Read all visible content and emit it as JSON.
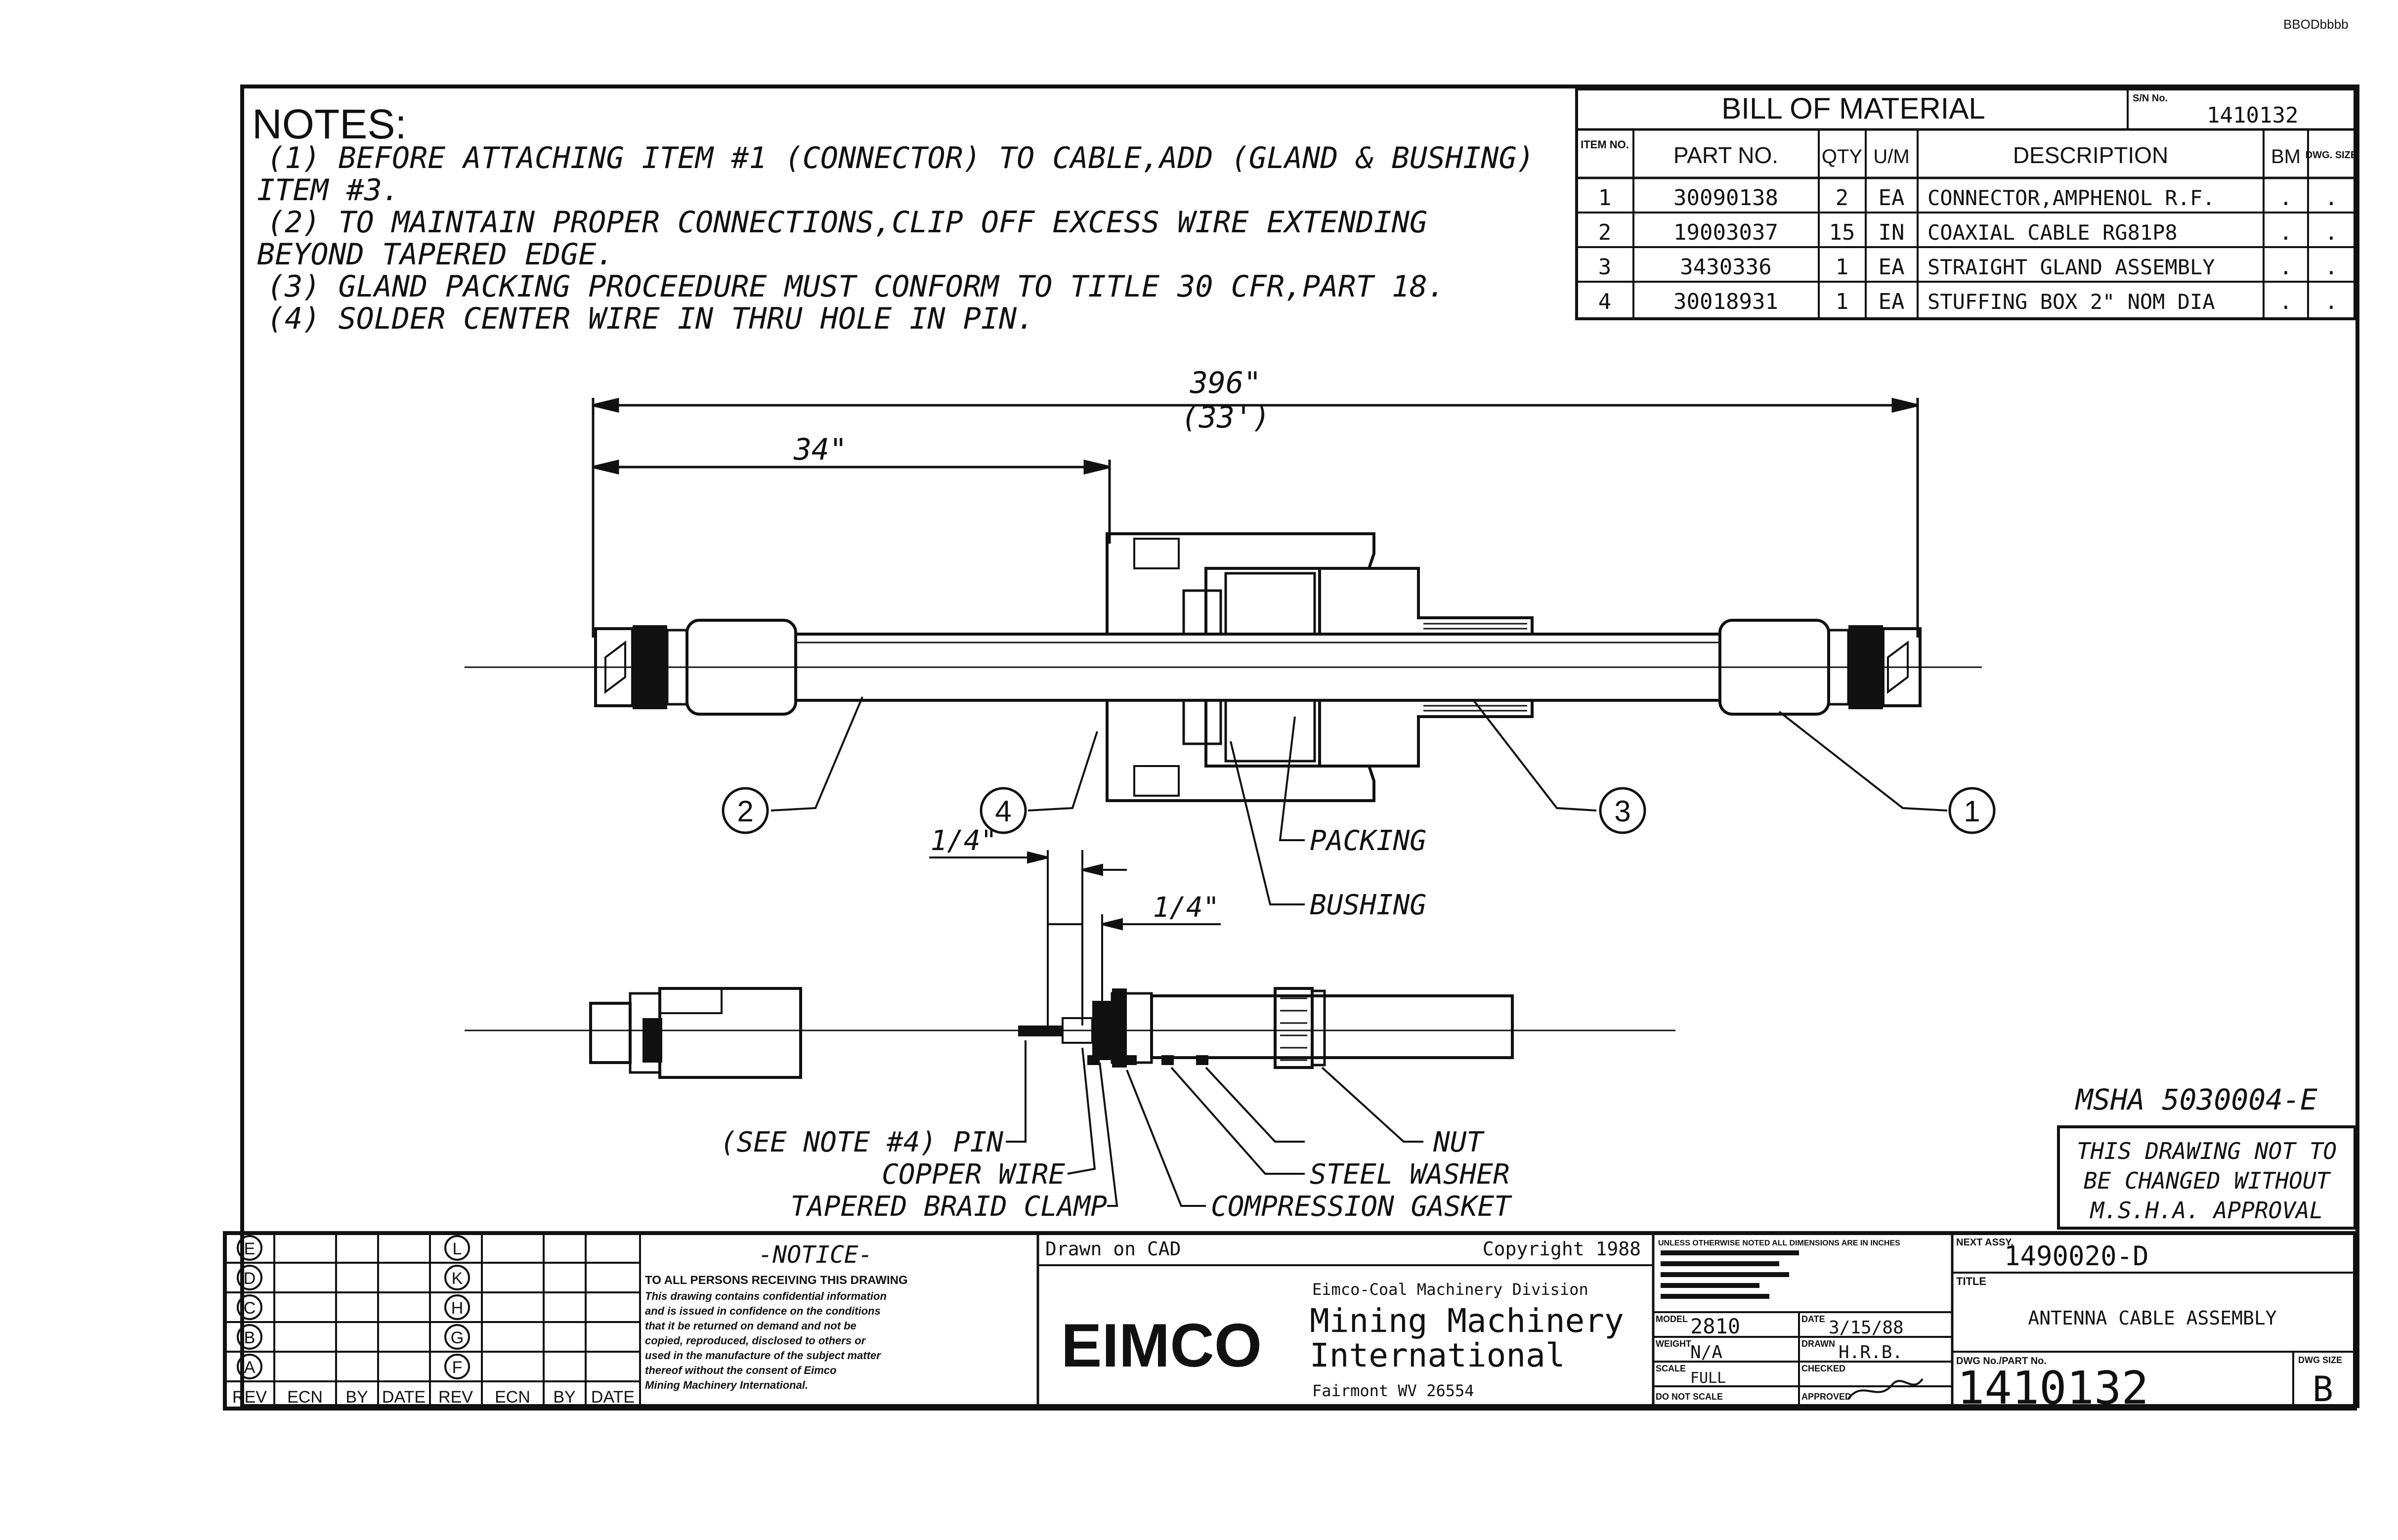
{
  "doc_code": "BBODbbbb",
  "notes": {
    "heading": "NOTES:",
    "lines": [
      "(1) BEFORE ATTACHING ITEM #1 (CONNECTOR) TO CABLE,ADD (GLAND & BUSHING)",
      "ITEM #3.",
      "(2) TO MAINTAIN PROPER CONNECTIONS,CLIP OFF EXCESS WIRE EXTENDING",
      "BEYOND TAPERED EDGE.",
      "(3) GLAND PACKING PROCEEDURE MUST CONFORM TO TITLE 30 CFR,PART 18.",
      "(4) SOLDER CENTER WIRE IN THRU HOLE IN PIN."
    ]
  },
  "bom": {
    "title": "BILL OF MATERIAL",
    "sn_label": "S/N No.",
    "sn_value": "1410132",
    "headers": {
      "item_no": "ITEM NO.",
      "part_no": "PART NO.",
      "qty": "QTY",
      "um": "U/M",
      "description": "DESCRIPTION",
      "bm": "BM",
      "dwg_size": "DWG. SIZE"
    },
    "rows": [
      {
        "item": "1",
        "part": "30090138",
        "qty": "2",
        "um": "EA",
        "desc": "CONNECTOR,AMPHENOL R.F.",
        "bm": ".",
        "size": "."
      },
      {
        "item": "2",
        "part": "19003037",
        "qty": "15",
        "um": "IN",
        "desc": "COAXIAL CABLE RG81P8",
        "bm": ".",
        "size": "."
      },
      {
        "item": "3",
        "part": "3430336",
        "qty": "1",
        "um": "EA",
        "desc": "STRAIGHT GLAND ASSEMBLY",
        "bm": ".",
        "size": "."
      },
      {
        "item": "4",
        "part": "30018931",
        "qty": "1",
        "um": "EA",
        "desc": "STUFFING BOX 2\" NOM DIA",
        "bm": ".",
        "size": "."
      }
    ]
  },
  "dimensions": {
    "overall": "396\"",
    "overall_ft": "(33')",
    "partial": "34\"",
    "quarter_1": "1/4\"",
    "quarter_2": "1/4\""
  },
  "balloons": [
    "1",
    "2",
    "3",
    "4"
  ],
  "callouts": {
    "packing": "PACKING",
    "bushing": "BUSHING",
    "pin": "(SEE NOTE #4) PIN",
    "copper_wire": "COPPER WIRE",
    "tapered_braid_clamp": "TAPERED BRAID CLAMP",
    "nut": "NUT",
    "steel_washer": "STEEL WASHER",
    "compression_gasket": "COMPRESSION GASKET"
  },
  "approval": {
    "msha_no": "MSHA 5030004-E",
    "line1": "THIS DRAWING NOT TO",
    "line2": "BE CHANGED WITHOUT",
    "line3": "M.S.H.A. APPROVAL"
  },
  "revisions": {
    "letters_left": [
      "E",
      "D",
      "C",
      "B",
      "A"
    ],
    "letters_right": [
      "L",
      "K",
      "H",
      "G",
      "F"
    ],
    "cols_left": [
      "REV",
      "ECN",
      "BY",
      "DATE"
    ],
    "cols_right": [
      "REV",
      "ECN",
      "BY",
      "DATE"
    ]
  },
  "notice": {
    "title": "-NOTICE-",
    "lines": [
      "TO ALL PERSONS RECEIVING THIS DRAWING",
      "This drawing contains confidential information",
      "and is issued in confidence on the conditions",
      "that it be returned on demand and not be",
      "copied, reproduced, disclosed to others or",
      "used in the manufacture of the subject matter",
      "thereof without the consent of Eimco",
      "Mining Machinery International."
    ]
  },
  "company": {
    "drawn_on": "Drawn on CAD",
    "copyright": "Copyright 1988",
    "logo": "EIMCO",
    "division": "Eimco-Coal Machinery Division",
    "name1": "Mining Machinery",
    "name2": "International",
    "address": "Fairmont WV 26554"
  },
  "title_block": {
    "tolerance_note": "UNLESS OTHERWISE NOTED ALL DIMENSIONS ARE IN INCHES",
    "model_label": "MODEL",
    "model": "2810",
    "date_label": "DATE",
    "date": "3/15/88",
    "weight_label": "WEIGHT",
    "weight": "N/A",
    "drawn_label": "DRAWN",
    "drawn": "H.R.B.",
    "scale_label": "SCALE",
    "scale": "FULL",
    "checked_label": "CHECKED",
    "do_not_scale": "DO NOT SCALE",
    "approved_label": "APPROVED",
    "next_assy_label": "NEXT ASSY.",
    "next_assy": "1490020-D",
    "title_label": "TITLE",
    "title": "ANTENNA CABLE ASSEMBLY",
    "dwg_no_label": "DWG No./PART No.",
    "dwg_no": "1410132",
    "size_label": "DWG SIZE",
    "size": "B"
  }
}
